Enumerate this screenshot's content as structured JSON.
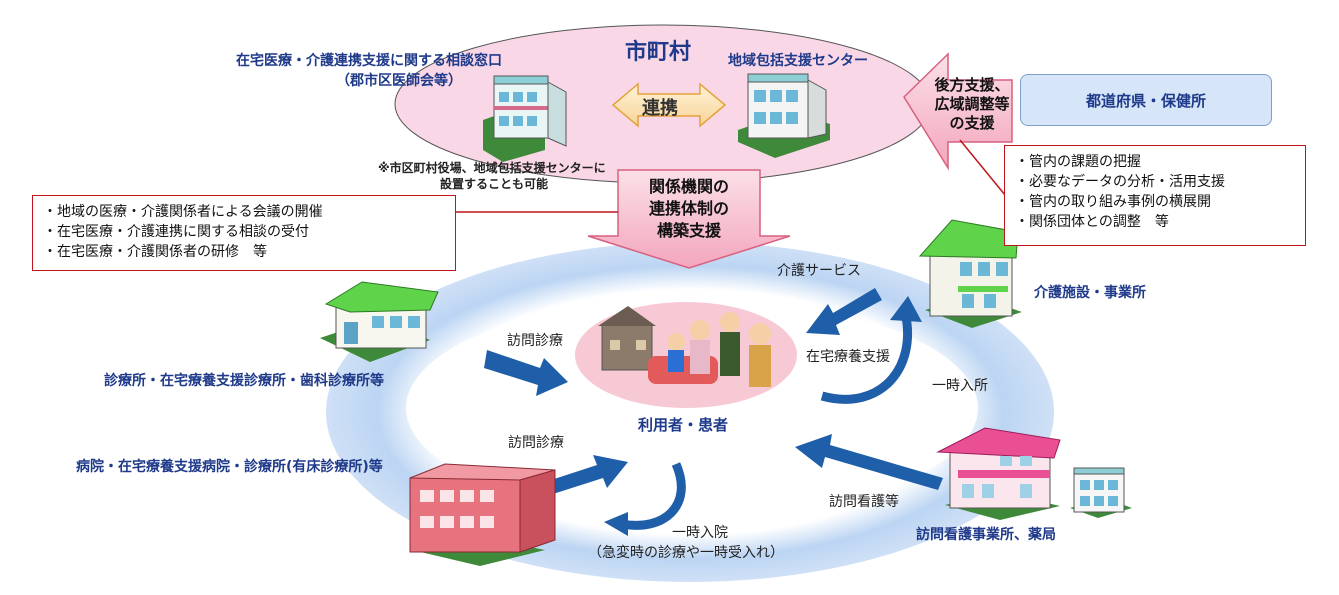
{
  "municipality": {
    "title": "市町村",
    "consult_window_title": "在宅医療・介護連携支援に関する相談窓口",
    "consult_window_sub": "（郡市区医師会等）",
    "center_title": "地域包括支援センター",
    "link_label": "連携",
    "note_line1": "※市区町村役場、地域包括支援センターに",
    "note_line2": "設置することも可能"
  },
  "backup": {
    "arrow_line1": "後方支援、",
    "arrow_line2": "広域調整等",
    "arrow_line3": "の支援",
    "prefecture_label": "都道府県・保健所",
    "items": [
      "・管内の課題の把握",
      "・必要なデータの分析・活用支援",
      "・管内の取り組み事例の横展開",
      "・関係団体との調整　等"
    ]
  },
  "support": {
    "arrow_line1": "関係機関の",
    "arrow_line2": "連携体制の",
    "arrow_line3": "構築支援",
    "items": [
      "・地域の医療・介護関係者による会議の開催",
      "・在宅医療・介護連携に関する相談の受付",
      "・在宅医療・介護関係者の研修　等"
    ]
  },
  "nodes": {
    "clinic": "診療所・在宅療養支援診療所・歯科診療所等",
    "hospital": "病院・在宅療養支援病院・診療所(有床診療所)等",
    "care_facility": "介護施設・事業所",
    "nursing": "訪問看護事業所、薬局",
    "patient": "利用者・患者"
  },
  "flows": {
    "visit_medical_1": "訪問診療",
    "visit_medical_2": "訪問診療",
    "care_service": "介護サービス",
    "home_support": "在宅療養支援",
    "short_stay": "一時入所",
    "visit_nursing": "訪問看護等",
    "admission_line1": "一時入院",
    "admission_line2": "（急変時の診療や一時受入れ）"
  },
  "colors": {
    "navy_text": "#1f3a8a",
    "pink_ellipse": "#f9d7e6",
    "red_arrow": "#c0151b",
    "blue_arrow": "#1f5ea8",
    "prefecture_fill": "#d6e6f8"
  }
}
